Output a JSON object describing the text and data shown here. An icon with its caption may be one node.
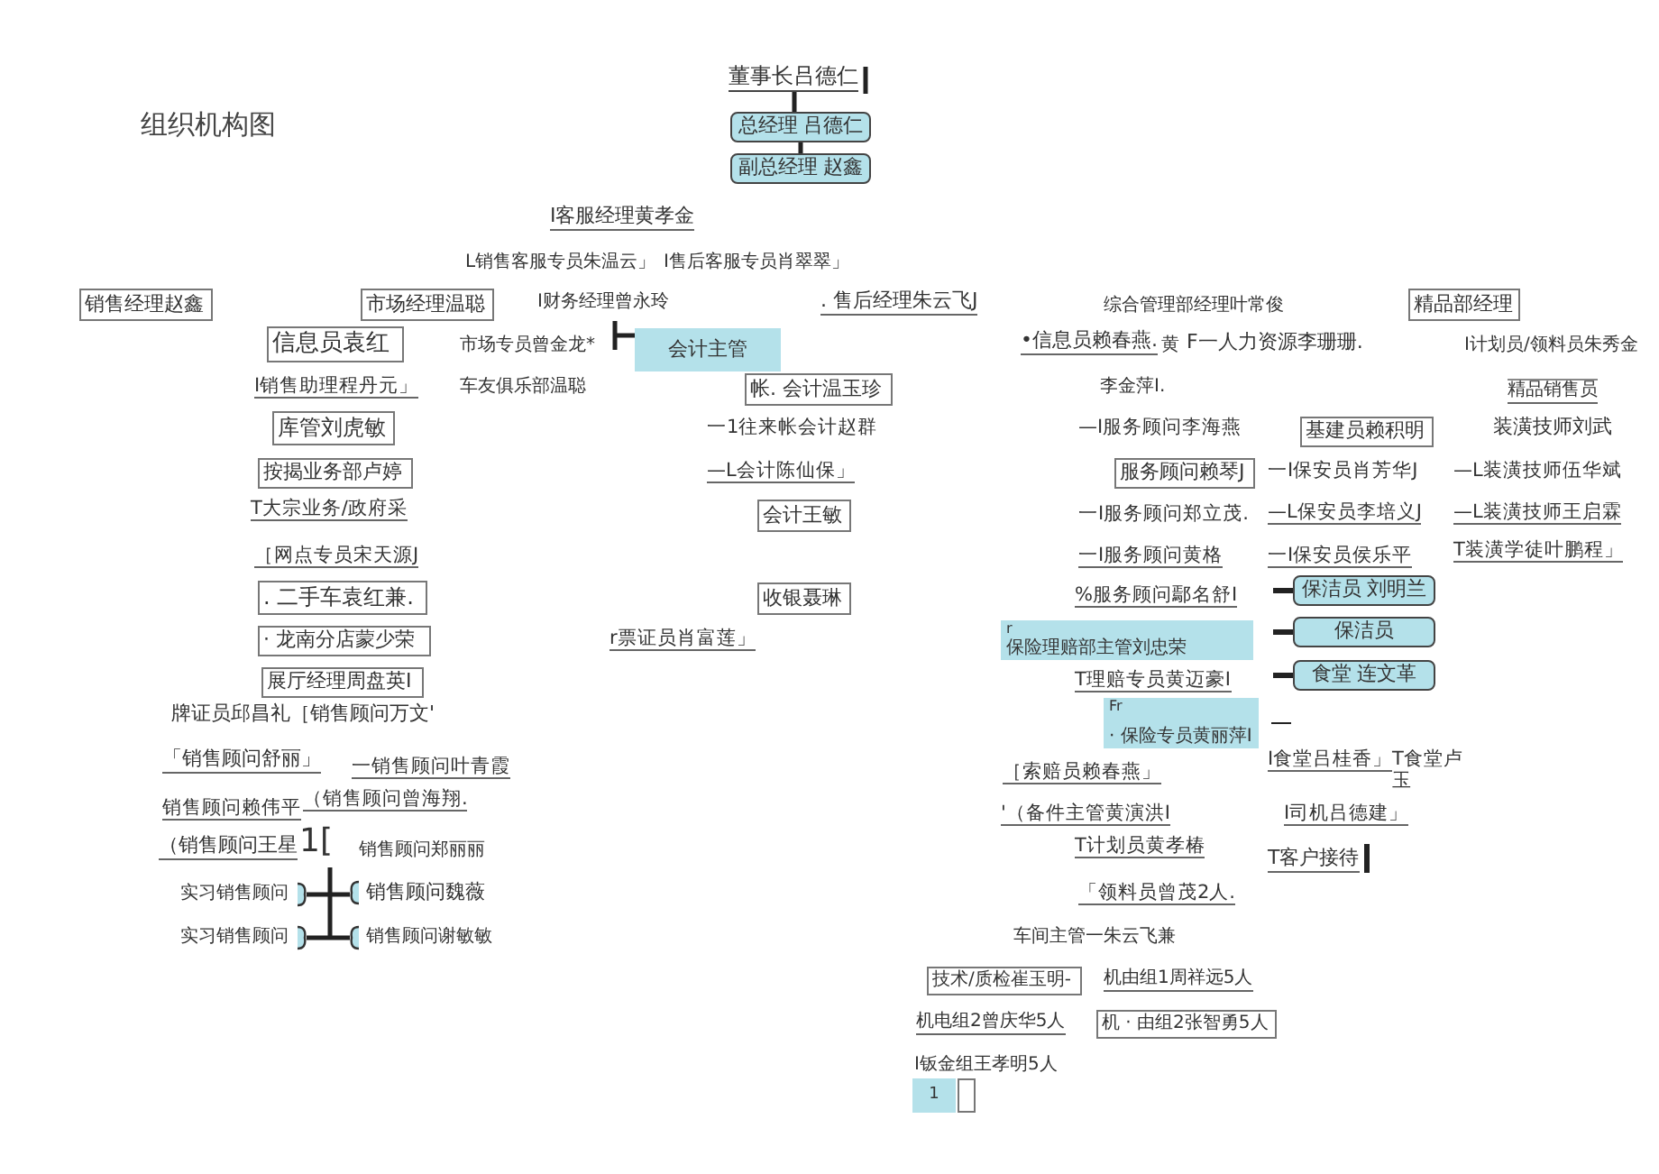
{
  "diagram": {
    "title": "组织机构图",
    "nodes": [
      {
        "text": [
          "董事长吕德仁"
        ]
      },
      {
        "text": [
          "总经理 吕德仁"
        ]
      },
      {
        "text": [
          "副总经理 赵鑫"
        ]
      },
      {
        "text": [
          "销售经理赵鑫"
        ]
      },
      {
        "text": [
          "市场经理温聪"
        ]
      },
      {
        "text": [
          "精品部经理"
        ]
      },
      {
        "text": [
          "信息员袁红"
        ]
      },
      {
        "text": [
          "会计主管"
        ]
      },
      {
        "text": [
          "帐. 会计温玉珍"
        ]
      },
      {
        "text": [
          "库管刘虎敏"
        ]
      },
      {
        "text": [
          "基建员赖积明"
        ]
      },
      {
        "text": [
          "按揭业务部卢婷"
        ]
      },
      {
        "text": [
          "服务顾问赖琴J"
        ]
      },
      {
        "text": [
          "会计王敏"
        ]
      },
      {
        "text": [
          ". 二手车袁红兼."
        ]
      },
      {
        "text": [
          "收银聂琳"
        ]
      },
      {
        "text": [
          "保洁员 刘明兰"
        ]
      },
      {
        "text": [
          "· 龙南分店蒙少荣"
        ]
      },
      {
        "text": [
          "r",
          "保险理赔部主管刘忠荣"
        ]
      },
      {
        "text": [
          "保洁员"
        ]
      },
      {
        "text": [
          "展厅经理周盘英I"
        ]
      },
      {
        "text": [
          "食堂 连文革"
        ]
      },
      {
        "text": [
          "Fr",
          "· 保险专员黄丽萍I"
        ]
      },
      {
        "text": [
          "实习销售顾问"
        ]
      },
      {
        "text": [
          "销售顾问魏薇"
        ]
      },
      {
        "text": [
          "实习销售顾问"
        ]
      },
      {
        "text": [
          "销售顾问谢敏敏"
        ]
      },
      {
        "text": [
          "技术/质检崔玉明-"
        ]
      },
      {
        "text": [
          "机 · 由组2张智勇5人"
        ]
      },
      {
        "text": [
          "1"
        ]
      },
      {
        "text": [],
        "shape": "box"
      }
    ],
    "edges": [
      {
        "from": 0,
        "to": 1,
        "arrow": "none"
      },
      {
        "from": 1,
        "to": 2,
        "arrow": "none"
      },
      {
        "from": 23,
        "to": 24,
        "arrow": "none"
      },
      {
        "from": 25,
        "to": 26,
        "arrow": "none"
      }
    ],
    "labels": [
      "I客服经理黄孝金",
      "L销售客服专员朱温云」",
      "I售后客服专员肖翠翠」",
      "I财务经理曾永玲",
      ". 售后经理朱云飞J",
      "综合管理部经理叶常俊",
      "市场专员曾金龙*",
      "•信息员赖春燕.",
      "黄",
      "F一人力资源李珊珊.",
      "I计划员/领料员朱秀金",
      "I销售助理程丹元」",
      "车友俱乐部温聪",
      "李金萍I.",
      "精品销售员",
      "一1往来帐会计赵群",
      "—I服务顾问李海燕",
      "装潢技师刘武",
      "—L会计陈仙保」",
      "一I保安员肖芳华J",
      "—L装潢技师伍华斌",
      "T大宗业务/政府采",
      "一I服务顾问郑立茂.",
      "—L保安员李培义J",
      "—L装潢技师王启霖",
      "［网点专员宋天源J",
      "一I服务顾问黄格",
      "一I保安员侯乐平",
      "T装潢学徒叶鹏程」",
      "%服务顾问鄢名舒I",
      "r票证员肖富莲」",
      "T理赔专员黄迈豪I",
      "牌证员邱昌礼［销售顾问万文'",
      "「销售顾问舒丽」",
      "一销售顾问叶青霞",
      "［索赔员赖春燕」",
      "I食堂吕桂香」",
      "T食堂卢玉",
      "销售顾问赖伟平",
      "（销售顾问曾海翔.",
      "'（备件主管黄演洪I",
      "I司机吕德建」",
      "（销售顾问王星",
      "1[",
      "销售顾问郑丽丽",
      "T计划员黄孝椿",
      "T客户接待",
      "「领料员曾茂2人.",
      "车间主管一朱云飞兼",
      "机由组1周祥远5人",
      "机电组2曾庆华5人",
      "I钣金组王孝明5人"
    ]
  }
}
